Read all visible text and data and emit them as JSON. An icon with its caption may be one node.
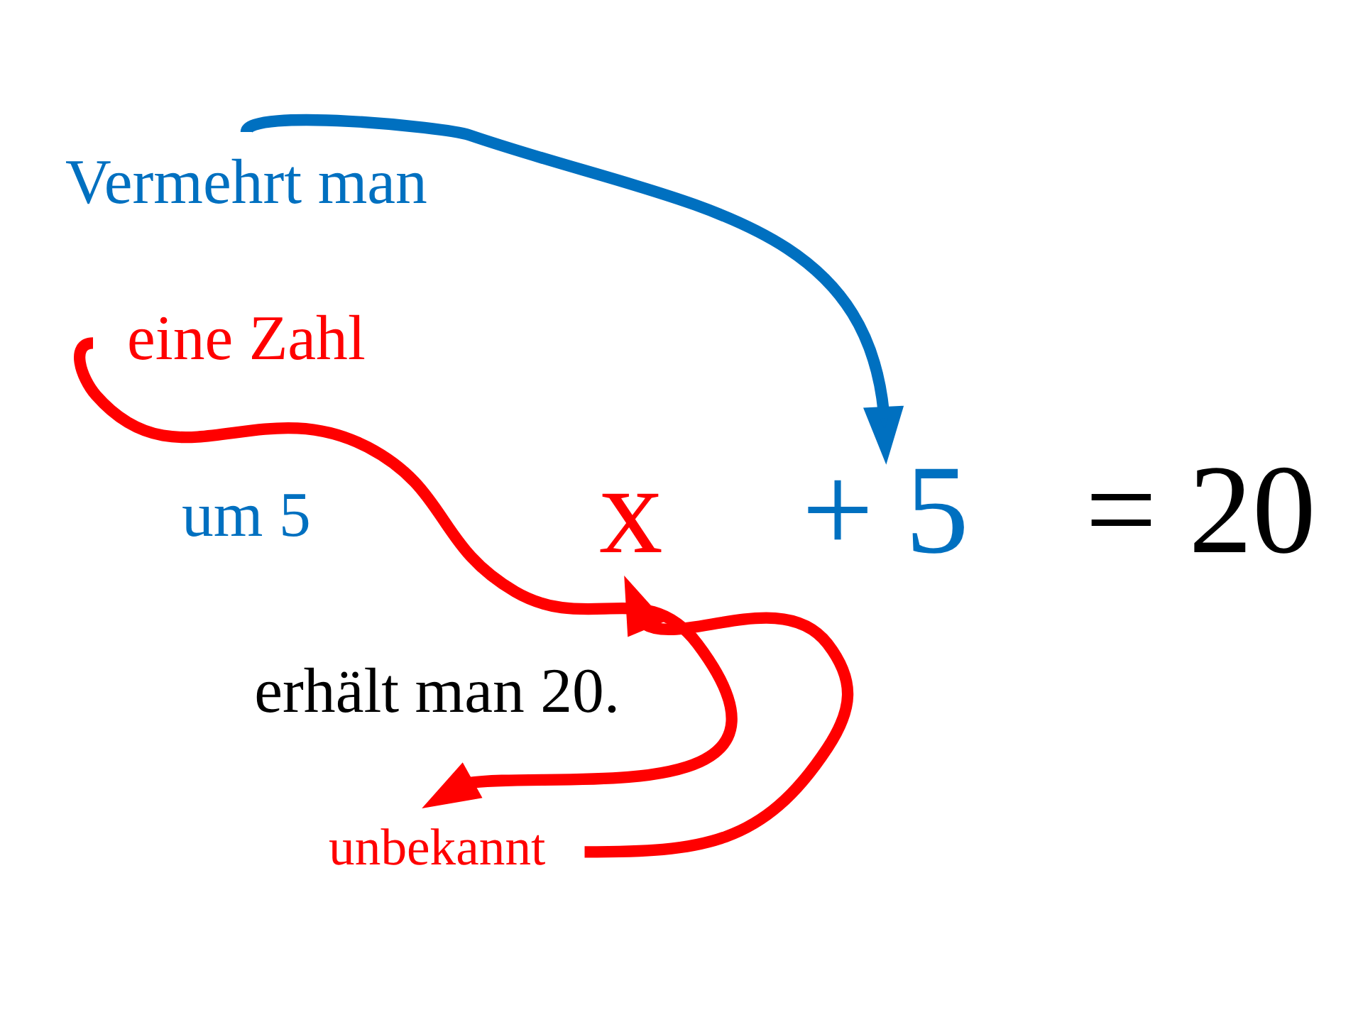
{
  "diagram": {
    "nodes": [
      {
        "text": [
          "Vermehrt man"
        ]
      },
      {
        "text": [
          "eine Zahl"
        ]
      },
      {
        "text": [
          "um 5"
        ]
      },
      {
        "text": [
          "erhält man 20."
        ]
      },
      {
        "text": [
          "unbekannt"
        ]
      },
      {
        "text": [
          "x"
        ]
      },
      {
        "text": [
          "+ 5"
        ]
      },
      {
        "text": [
          "= 20"
        ]
      }
    ],
    "edges": [
      {
        "from": 0,
        "to": 6,
        "arrow": "to",
        "color": "#0070c0"
      },
      {
        "from": 1,
        "to": 4,
        "arrow": "to"
      },
      {
        "from": 4,
        "to": 5,
        "arrow": "to"
      }
    ]
  }
}
